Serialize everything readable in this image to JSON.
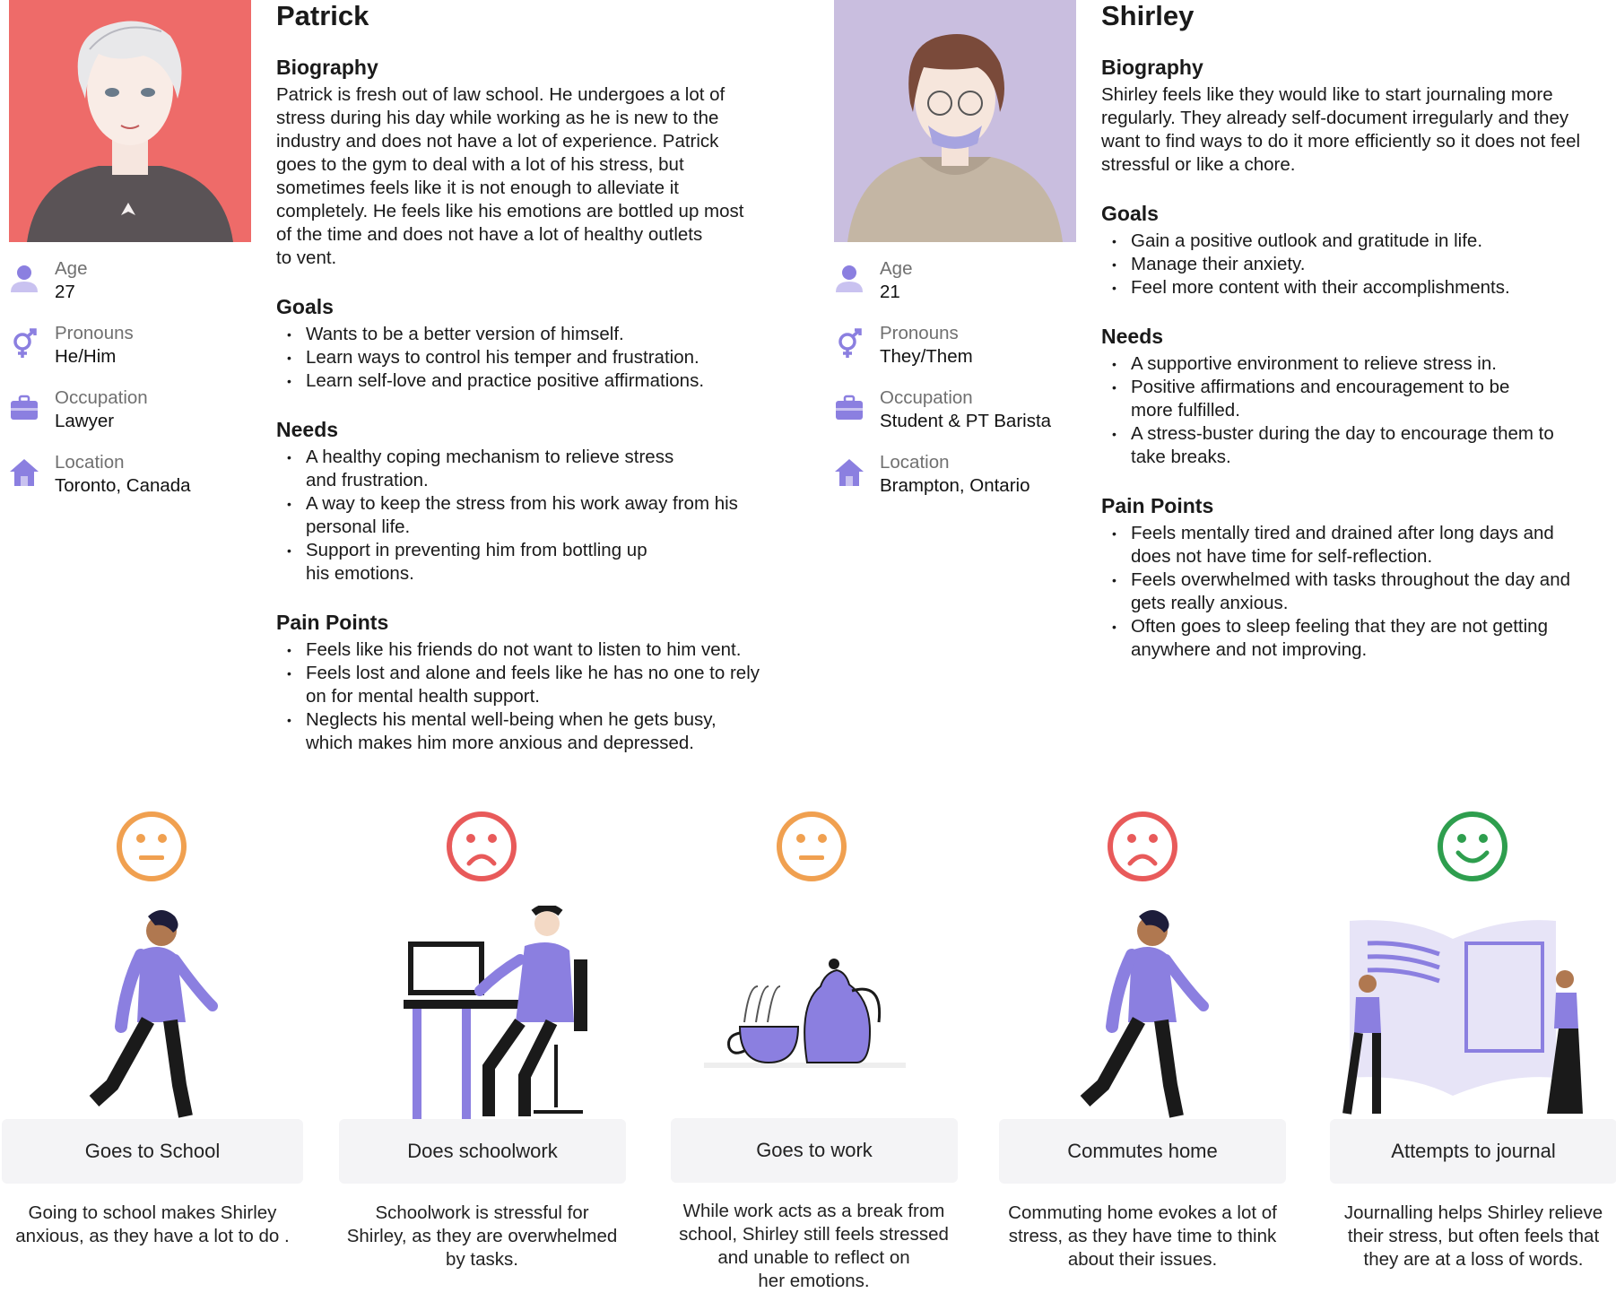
{
  "personas": [
    {
      "name": "Patrick",
      "facts": [
        {
          "label": "Age",
          "value": "27",
          "icon": "user-icon"
        },
        {
          "label": "Pronouns",
          "value": "He/Him",
          "icon": "gender-icon"
        },
        {
          "label": "Occupation",
          "value": "Lawyer",
          "icon": "briefcase-icon"
        },
        {
          "label": "Location",
          "value": "Toronto, Canada",
          "icon": "home-icon"
        }
      ],
      "biography_title": "Biography",
      "biography": [
        "Patrick is fresh out of law school. He undergoes a lot of",
        "stress during his day while working as he is new to the",
        "industry and does not have a lot of experience. Patrick",
        "goes to the gym to deal with a lot of his stress, but",
        "sometimes feels like it is not enough to alleviate it",
        "completely. He feels like his emotions are bottled up most",
        "of the time and does not have a lot of healthy outlets",
        "to vent."
      ],
      "goals_title": "Goals",
      "goals": [
        "Wants to be a better version of himself.",
        "Learn ways to control his temper and frustration.",
        "Learn self-love and practice positive affirmations."
      ],
      "needs_title": "Needs",
      "needs": [
        [
          "A healthy coping mechanism to relieve stress",
          "and frustration."
        ],
        [
          "A way to keep the stress from his work away from his",
          "personal life."
        ],
        [
          "Support in preventing him from bottling up",
          "his emotions."
        ]
      ],
      "pain_title": "Pain Points",
      "pain_points": [
        [
          "Feels like his friends do not want to listen to him vent."
        ],
        [
          "Feels lost and alone and feels like he has no one to rely",
          "on for mental health support."
        ],
        [
          "Neglects his mental well-being when he gets busy,",
          "which makes him more anxious and depressed."
        ]
      ]
    },
    {
      "name": "Shirley",
      "facts": [
        {
          "label": "Age",
          "value": "21",
          "icon": "user-icon"
        },
        {
          "label": "Pronouns",
          "value": "They/Them",
          "icon": "gender-icon"
        },
        {
          "label": "Occupation",
          "value": "Student & PT Barista",
          "icon": "briefcase-icon"
        },
        {
          "label": "Location",
          "value": "Brampton, Ontario",
          "icon": "home-icon"
        }
      ],
      "biography_title": "Biography",
      "biography": [
        "Shirley feels like they would like to start journaling more",
        "regularly. They already self-document irregularly and they",
        "want to find ways to do it more efficiently so it does not feel",
        "stressful or like a chore."
      ],
      "goals_title": "Goals",
      "goals": [
        "Gain a positive outlook and gratitude in life.",
        "Manage their anxiety.",
        "Feel more content with their accomplishments."
      ],
      "needs_title": "Needs",
      "needs": [
        [
          "A supportive environment to relieve stress in."
        ],
        [
          "Positive affirmations and encouragement to be",
          "more fulfilled."
        ],
        [
          "A stress-buster during the day to encourage them to",
          "take breaks."
        ]
      ],
      "pain_title": "Pain Points",
      "pain_points": [
        [
          "Feels mentally tired and drained after long days and",
          "does not have time for self-reflection."
        ],
        [
          "Feels overwhelmed with tasks throughout the day and",
          "gets really anxious."
        ],
        [
          "Often goes to sleep feeling that they are not getting",
          "anywhere and not improving."
        ]
      ]
    }
  ],
  "journey": [
    {
      "mood": "neutral",
      "mood_color": "#f0a050",
      "title": "Goes to School",
      "description": [
        "Going to school makes Shirley",
        "anxious, as they have a lot to do ."
      ]
    },
    {
      "mood": "sad",
      "mood_color": "#e85a5a",
      "title": "Does schoolwork",
      "description": [
        "Schoolwork is stressful for",
        "Shirley, as they are overwhelmed",
        "by tasks."
      ]
    },
    {
      "mood": "neutral",
      "mood_color": "#f0a050",
      "title": "Goes to work",
      "description": [
        "While work acts as a break from",
        "school, Shirley still feels stressed",
        "and unable to reflect on",
        "her emotions."
      ]
    },
    {
      "mood": "sad",
      "mood_color": "#e85a5a",
      "title": "Commutes home",
      "description": [
        "Commuting home evokes a lot of",
        "stress, as they have time to think",
        "about their issues."
      ]
    },
    {
      "mood": "happy",
      "mood_color": "#2e9e4e",
      "title": "Attempts to journal",
      "description": [
        "Journalling helps Shirley relieve",
        "their stress, but often feels that",
        "they are at a loss of words."
      ]
    }
  ],
  "colors": {
    "accent": "#8b7fe0",
    "patrick_bg": "#ee6b69",
    "shirley_bg": "#c9bedf"
  }
}
